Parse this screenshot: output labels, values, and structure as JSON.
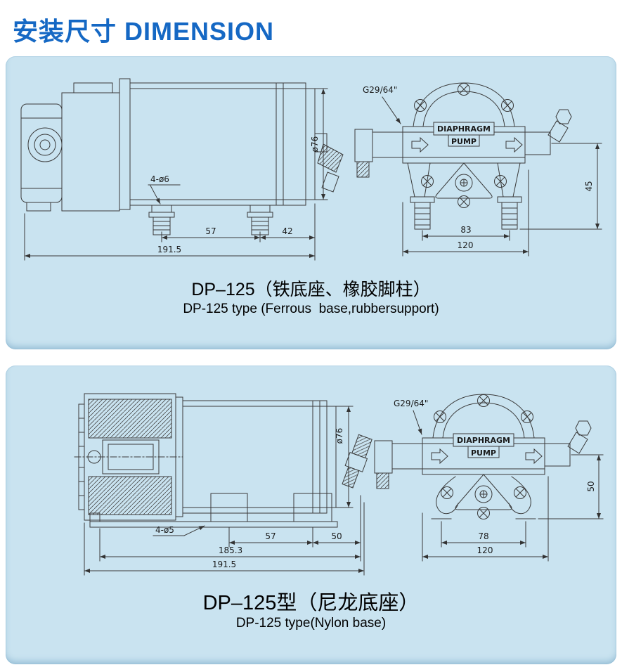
{
  "page": {
    "title": "安装尺寸 DIMENSION"
  },
  "panel1": {
    "caption1": "DP–125（铁底座、橡胶脚柱）",
    "caption2": "DP-125 type (Ferrous  base,rubbersupport)",
    "side": {
      "dia": "ø76",
      "holes": "4-ø6",
      "dim_a": "57",
      "dim_b": "42",
      "dim_total": "191.5"
    },
    "front": {
      "thread": "G29/64\"",
      "label1": "DIAPHRAGM",
      "label2": "PUMP",
      "dim_v": "45",
      "dim_a": "83",
      "dim_b": "120"
    }
  },
  "panel2": {
    "caption1": "DP–125型（尼龙底座）",
    "caption2": "DP-125 type(Nylon base)",
    "side": {
      "dia": "ø76",
      "holes": "4-ø5",
      "dim_a": "57",
      "dim_b": "50",
      "dim_c": "185.3",
      "dim_total": "191.5"
    },
    "front": {
      "thread": "G29/64\"",
      "label1": "DIAPHRAGM",
      "label2": "PUMP",
      "dim_v": "50",
      "dim_a": "78",
      "dim_b": "120"
    }
  }
}
